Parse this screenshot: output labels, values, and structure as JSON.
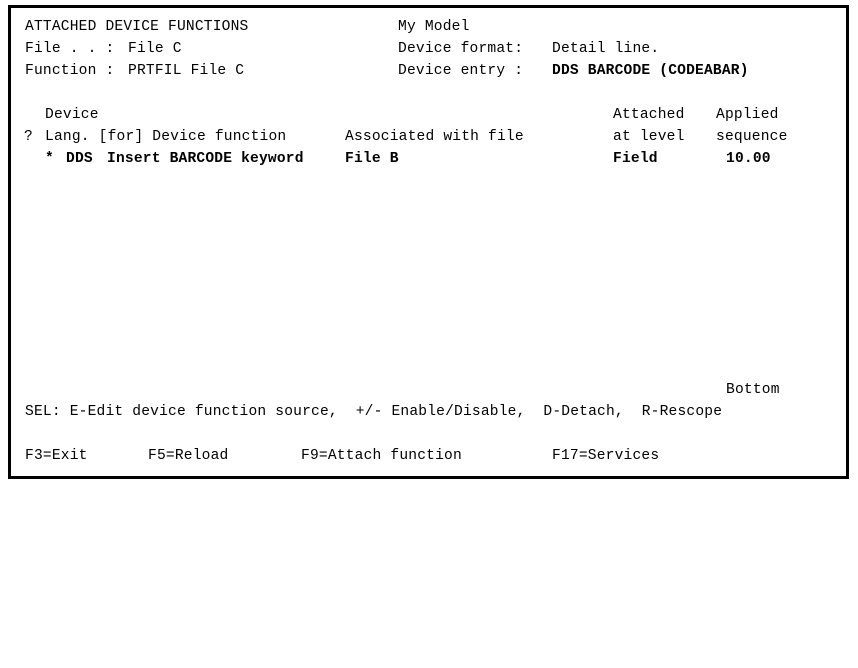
{
  "screen": {
    "title": "ATTACHED DEVICE FUNCTIONS",
    "model_label": "My Model",
    "colors": {
      "background": "#ffffff",
      "foreground": "#000000",
      "border": "#000000"
    },
    "header": {
      "file_label": "File . . :",
      "file_value": "File C",
      "function_label": "Function :",
      "function_value": "PRTFIL File C",
      "device_format_label": "Device format:",
      "device_format_value": "Detail line.",
      "device_entry_label": "Device entry :",
      "device_entry_value": "DDS BARCODE (CODEABAR)"
    },
    "columns": {
      "header_line1": {
        "device": "Device",
        "attached": "Attached",
        "applied": "Applied"
      },
      "header_line2": {
        "option": "?",
        "lang": "Lang. [for] Device function",
        "associated": "Associated with file",
        "at_level": "at level",
        "sequence": "sequence"
      }
    },
    "rows": [
      {
        "option": "*",
        "lang": "DDS",
        "device_function": "Insert BARCODE keyword",
        "associated_with_file": "File B",
        "attached_at_level": "Field",
        "applied_sequence": "10.00"
      }
    ],
    "position_indicator": "Bottom",
    "sel_legend": "SEL: E-Edit device function source,  +/- Enable/Disable,  D-Detach,  R-Rescope",
    "function_keys": [
      {
        "key": "F3",
        "label": "F3=Exit"
      },
      {
        "key": "F5",
        "label": "F5=Reload"
      },
      {
        "key": "F9",
        "label": "F9=Attach function"
      },
      {
        "key": "F17",
        "label": "F17=Services"
      }
    ]
  }
}
